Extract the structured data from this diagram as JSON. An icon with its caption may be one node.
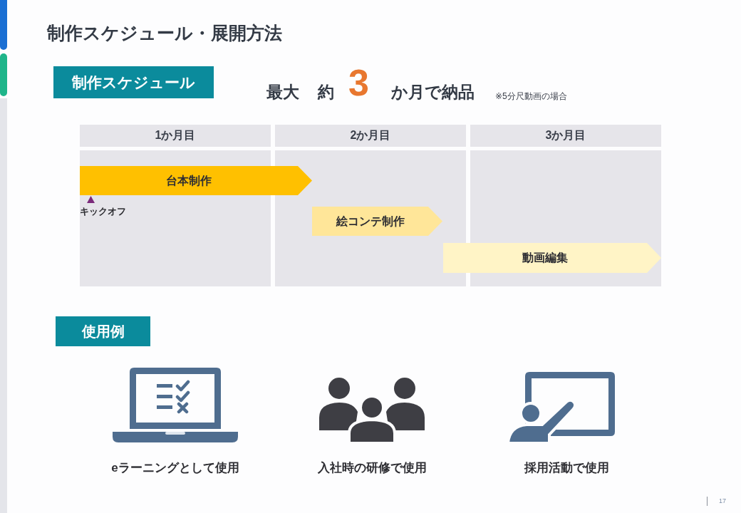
{
  "diagram": {
    "title": "制作スケジュール・展開方法",
    "nodes": [
      {
        "text": [
          "制作スケジュール"
        ]
      },
      {
        "text": [
          "1か月目"
        ]
      },
      {
        "text": [
          "2か月目"
        ]
      },
      {
        "text": [
          "3か月目"
        ]
      },
      {
        "text": [
          "台本制作"
        ]
      },
      {
        "text": [
          "絵コンテ制作"
        ]
      },
      {
        "text": [
          "動画編集"
        ]
      },
      {
        "text": [
          "使用例"
        ]
      },
      {
        "text": [],
        "shape": "picture",
        "beside": [
          "eラーニングとして使用"
        ]
      },
      {
        "text": [],
        "shape": "picture",
        "beside": [
          "入社時の研修で使用"
        ]
      },
      {
        "text": [],
        "shape": "picture",
        "beside": [
          "採用活動で使用"
        ]
      }
    ],
    "labels": [
      "最大",
      "約",
      "3",
      "か月で納品",
      "※5分尺動画の場合",
      "キックオフ",
      "17"
    ]
  }
}
